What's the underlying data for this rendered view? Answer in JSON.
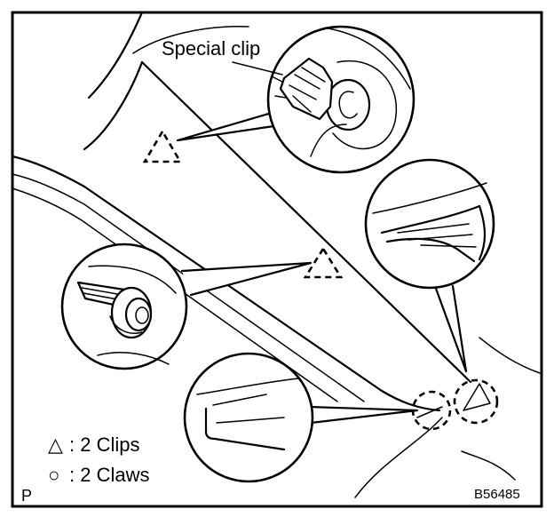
{
  "callout": {
    "special_clip": "Special clip"
  },
  "legend": {
    "clips_symbol": "△",
    "clips_label": ": 2 Clips",
    "claws_symbol": "○",
    "claws_label": ": 2 Claws"
  },
  "corner_label": "P",
  "figure_code": "B56485",
  "icons": [
    "triangle-clip-marker",
    "circle-claw-marker",
    "special-clip-icon",
    "standard-clip-icon"
  ]
}
